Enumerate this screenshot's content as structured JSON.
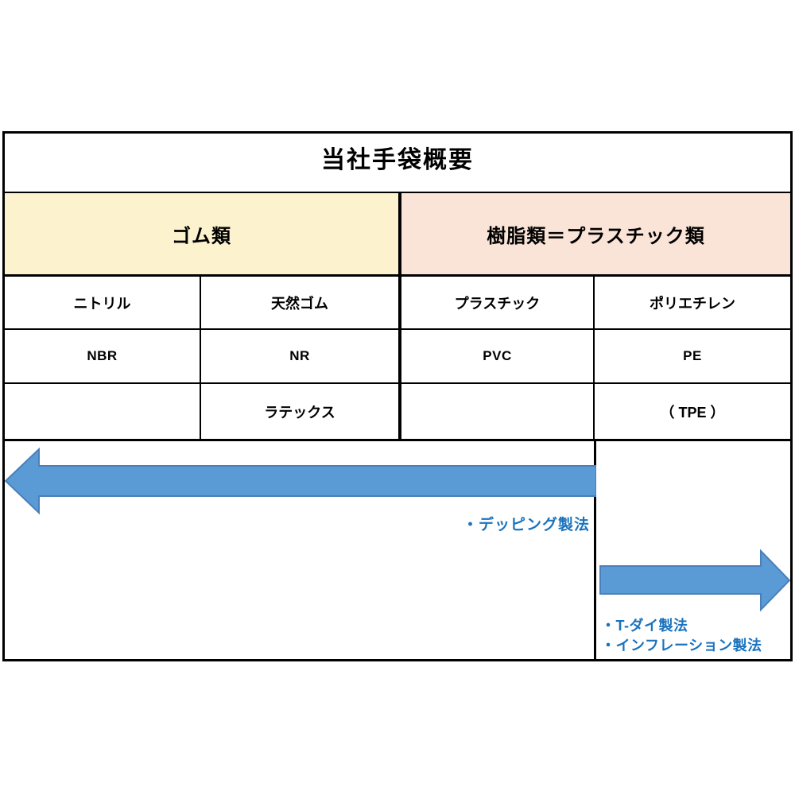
{
  "title": "当社手袋概要",
  "groups": {
    "rubber": {
      "label": "ゴム類",
      "bg": "#fcf2ce"
    },
    "plastic": {
      "label": "樹脂類＝プラスチック類",
      "bg": "#fae3d7"
    }
  },
  "materials": {
    "name_row": [
      "ニトリル",
      "天然ゴム",
      "プラスチック",
      "ポリエチレン"
    ],
    "code_row": [
      "NBR",
      "NR",
      "PVC",
      "PE"
    ],
    "extra_row": [
      "",
      "ラテックス",
      "",
      "（ TPE ）"
    ]
  },
  "processes": {
    "dipping_label": "・デッピング製法",
    "t_die_label": "・T-ダイ製法",
    "inflation_label": "・インフレーション製法"
  },
  "colors": {
    "arrow_fill": "#5b9bd5",
    "arrow_stroke": "#4a7fba",
    "process_text": "#1b73be",
    "rubber_bg": "#fcf2ce",
    "plastic_bg": "#fae3d7",
    "border": "#000000"
  }
}
